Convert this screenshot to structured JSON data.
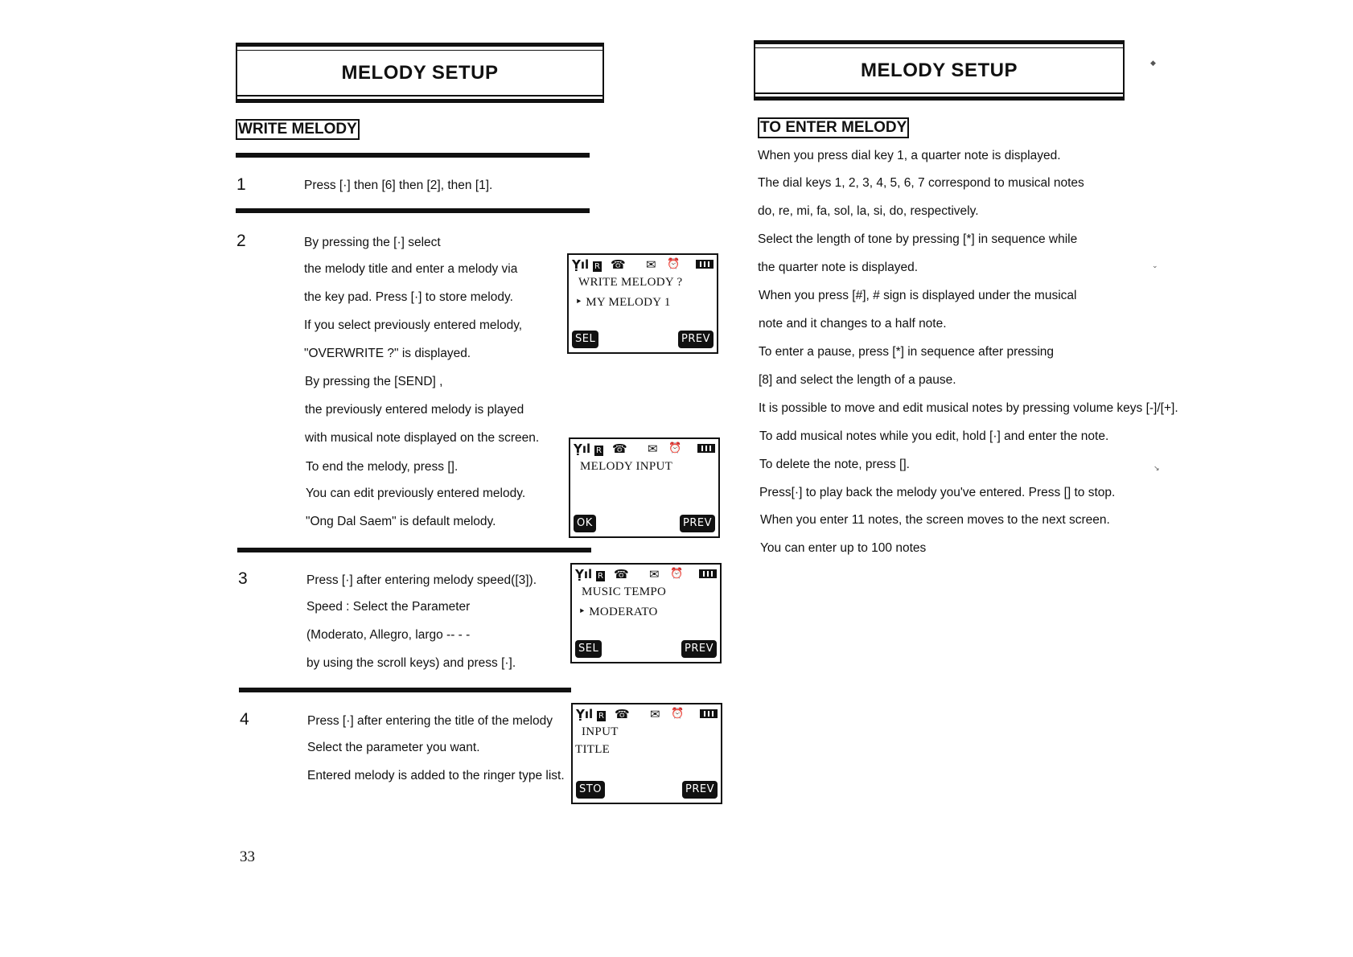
{
  "left": {
    "header": "MELODY SETUP",
    "section": "WRITE MELODY",
    "steps": [
      {
        "num": "1",
        "lines": [
          "Press [·]   then [6] then [2], then [1]."
        ]
      },
      {
        "num": "2",
        "lines": [
          "By pressing the [·] select",
          "the melody title and enter a melody via",
          "the key pad. Press [·] to store melody.",
          "If you select previously entered melody,",
          "\"OVERWRITE ?\" is displayed.",
          "By pressing the [SEND] ,",
          "the previously entered melody is played",
          "with musical note displayed on the screen.",
          "To end the melody, press [].",
          "You can edit previously entered melody.",
          "\"Ong Dal Saem\" is default melody."
        ]
      },
      {
        "num": "3",
        "lines": [
          "Press [·] after entering melody speed([3]).",
          "Speed : Select the Parameter",
          "(Moderato, Allegro, largo -- - -",
          "by using the scroll keys) and press [·]."
        ]
      },
      {
        "num": "4",
        "lines": [
          "Press [·] after entering the title of the melody",
          "Select the parameter you want.",
          "Entered melody is added to the ringer type list."
        ]
      }
    ],
    "screens": [
      {
        "lines": [
          "WRITE MELODY ?",
          "‣ MY MELODY 1"
        ],
        "left_key": "SEL",
        "right_key": "PREV"
      },
      {
        "lines": [
          "MELODY INPUT"
        ],
        "left_key": "OK",
        "right_key": "PREV"
      },
      {
        "lines": [
          "MUSIC TEMPO",
          "‣ MODERATO"
        ],
        "left_key": "SEL",
        "right_key": "PREV"
      },
      {
        "lines": [
          "INPUT",
          "TITLE"
        ],
        "left_key": "STO",
        "right_key": "PREV"
      }
    ],
    "status_icons": [
      "signal-icon",
      "roaming-icon",
      "phone-icon",
      "mail-icon",
      "alarm-icon",
      "battery-icon"
    ],
    "status_r": "R",
    "page_number": "33"
  },
  "right": {
    "header": "MELODY SETUP",
    "section": "TO ENTER MELODY",
    "lines": [
      "When you press dial key 1, a quarter note is displayed.",
      "The dial keys 1, 2, 3, 4, 5, 6, 7 correspond to musical notes",
      "do, re, mi, fa, sol, la, si, do, respectively.",
      "Select the length of tone by pressing [*] in sequence while",
      "the quarter note is displayed.",
      "When you press [#], # sign is displayed under the musical",
      "note and it changes to a half note.",
      "To enter a pause, press [*] in sequence after pressing",
      "[8] and select the length of a pause.",
      "It is possible to move and edit musical notes by pressing volume keys [-]/[+].",
      "To add musical notes while you edit, hold [·] and enter the note.",
      "To delete the note, press [].",
      "Press[·] to play back the melody you've entered. Press [] to stop.",
      "When you enter 11 notes, the screen moves to the next screen.",
      "You can enter up to 100 notes"
    ]
  }
}
